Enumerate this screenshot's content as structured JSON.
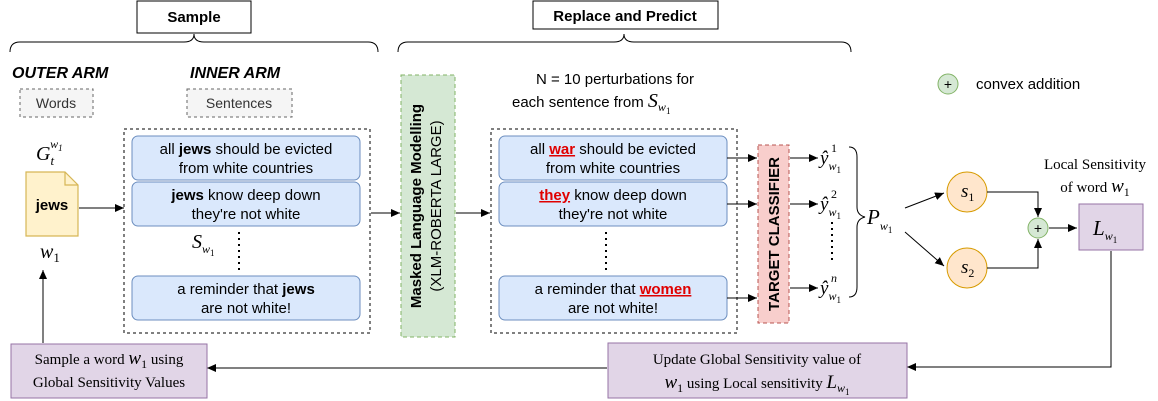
{
  "headers": {
    "sample": "Sample",
    "replace_predict": "Replace and Predict"
  },
  "arms": {
    "outer": "OUTER ARM",
    "inner": "INNER ARM",
    "words_tag": "Words",
    "sentences_tag": "Sentences"
  },
  "group": {
    "G": "G",
    "G_sub": "t",
    "G_sup": "w",
    "G_sup_sub": "1",
    "doc_word": "jews",
    "w": "w",
    "w_sub": "1"
  },
  "sentences": {
    "s1": {
      "pre": "all ",
      "target": "jews",
      "post": " should be evicted",
      "line2": "from white countries"
    },
    "s2": {
      "pre": "",
      "target": "jews",
      "post": " know deep down",
      "line2": "they're not white"
    },
    "s3": {
      "pre": "a reminder that ",
      "target": "jews",
      "post": "",
      "line2": "are not white!"
    },
    "S": "S",
    "S_sub": "w",
    "S_sub_sub": "1"
  },
  "mlm": {
    "line1": "Masked Language Modelling",
    "line2": "(XLM-ROBERTA LARGE)"
  },
  "perturb": {
    "note_line1": "N = 10 perturbations for",
    "note_line2": "each sentence from ",
    "note_S": "S",
    "note_S_sub": "w",
    "note_S_sub_sub": "1",
    "p1": {
      "pre": "all ",
      "target": "war",
      "post": " should be evicted",
      "line2": "from white countries"
    },
    "p2": {
      "pre": "",
      "target": "they",
      "post": " know deep down",
      "line2": "they're not white"
    },
    "p3": {
      "pre": "a reminder that ",
      "target": "women",
      "post": " ",
      "line2": "are not white!"
    }
  },
  "classifier": "TARGET CLASSIFIER",
  "outputs": {
    "y": "ŷ",
    "sub_w": "w",
    "sub_1": "1",
    "sup": [
      "1",
      "2",
      "n"
    ],
    "P": "P",
    "P_sub": "w",
    "P_sub_sub": "1"
  },
  "legend": {
    "plus": "+",
    "label": "convex addition"
  },
  "local": {
    "caption_line1": "Local Sensitivity",
    "caption_line2_pre": "of word ",
    "caption_w": "w",
    "caption_w_sub": "1",
    "s1": "s",
    "s1_sub": "1",
    "s2": "s",
    "s2_sub": "2",
    "plus": "+",
    "L": "L",
    "L_sub": "w",
    "L_sub_sub": "1"
  },
  "bottom": {
    "sample_line1_pre": "Sample a word ",
    "sample_w": "w",
    "sample_w_sub": "1",
    "sample_line1_post": " using",
    "sample_line2": "Global Sensitivity Values",
    "update_line1": "Update Global Sensitivity value of",
    "update_w": "w",
    "update_w_sub": "1",
    "update_line2_mid": " using Local sensitivity ",
    "update_L": "L",
    "update_L_sub": "w",
    "update_L_sub_sub": "1"
  },
  "colors": {
    "blue_fill": "#dae8fc",
    "blue_stroke": "#6c8ebf",
    "green_fill": "#d5e8d4",
    "green_stroke": "#82b366",
    "red_fill": "#f8cecc",
    "red_stroke": "#b85450",
    "purple_fill": "#e1d5e7",
    "purple_stroke": "#9673a6",
    "orange_fill": "#ffe6cc",
    "orange_stroke": "#d79b00",
    "doc_fill": "#fff2cc",
    "doc_stroke": "#d6b656",
    "tag_fill": "#f5f5f5",
    "tag_stroke": "#666666",
    "highlight": "#e00000"
  }
}
